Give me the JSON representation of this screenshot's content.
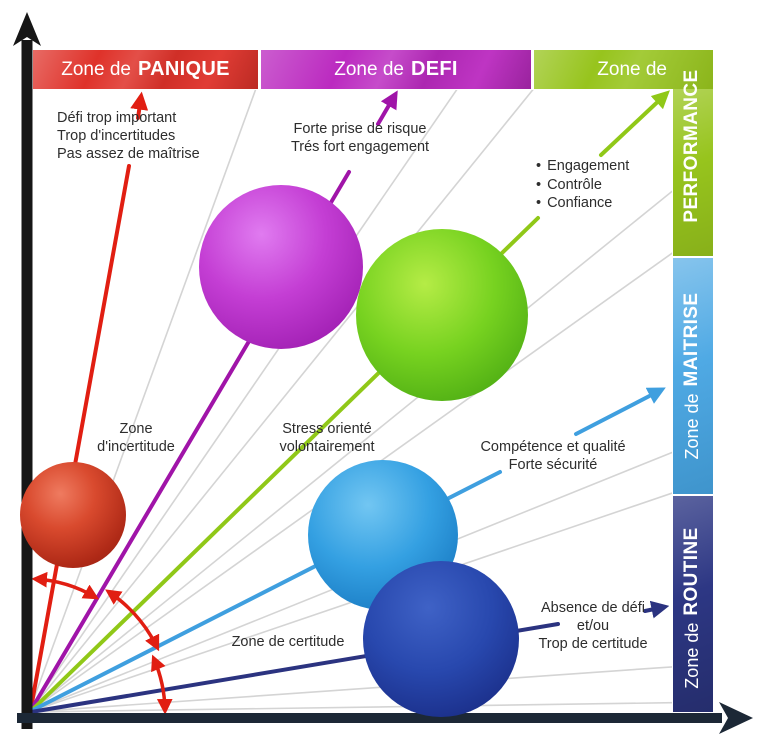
{
  "banners": {
    "panique": {
      "prefix": "Zone de",
      "name": "PANIQUE"
    },
    "defi": {
      "prefix": "Zone de",
      "name": "DEFI"
    },
    "performance": {
      "prefix": "Zone de",
      "name": "PERFORMANCE"
    }
  },
  "strips": {
    "maitrise": {
      "prefix": "Zone de",
      "name": "MAITRISE"
    },
    "routine": {
      "prefix": "Zone de",
      "name": "ROUTINE"
    }
  },
  "annotations": {
    "panique_note": {
      "line1": "Défi trop important",
      "line2": "Trop d'incertitudes",
      "line3": "Pas assez de maîtrise"
    },
    "defi_note": {
      "line1": "Forte prise de risque",
      "line2": "Trés fort engagement"
    },
    "performance_note": {
      "bullet_glyph": "•",
      "items": [
        "Engagement",
        "Contrôle",
        "Confiance"
      ]
    },
    "incertitude_note": {
      "line1": "Zone",
      "line2": "d'incertitude"
    },
    "stress_note": {
      "line1": "Stress orienté",
      "line2": "volontairement"
    },
    "competence_note": {
      "line1": "Compétence et qualité",
      "line2": "Forte sécurité"
    },
    "certitude_note": {
      "text": "Zone de certitude"
    },
    "routine_note": {
      "line1": "Absence de défi",
      "line2": "et/ou",
      "line3": "Trop de certitude"
    }
  },
  "colors": {
    "panique_banner": "#df322a",
    "defi_banner": "#bb2ac0",
    "performance_banner": "#97c41d",
    "maitrise_strip": "#46a5e3",
    "routine_strip": "#2d3784",
    "panique_arrow": "#e11e12",
    "defi_arrow": "#a014a8",
    "performance_arrow": "#90c818",
    "maitrise_arrow": "#3f9fdf",
    "routine_arrow": "#2b3380",
    "sphere_red": "#c03822",
    "sphere_magenta": "#c43ed4",
    "sphere_green": "#77d220",
    "sphere_blue": "#34a0e2",
    "sphere_navy": "#2848ae",
    "axis": "#1c2733",
    "gridline_gray": "#d4d4d4",
    "text": "#2d2d2d"
  }
}
